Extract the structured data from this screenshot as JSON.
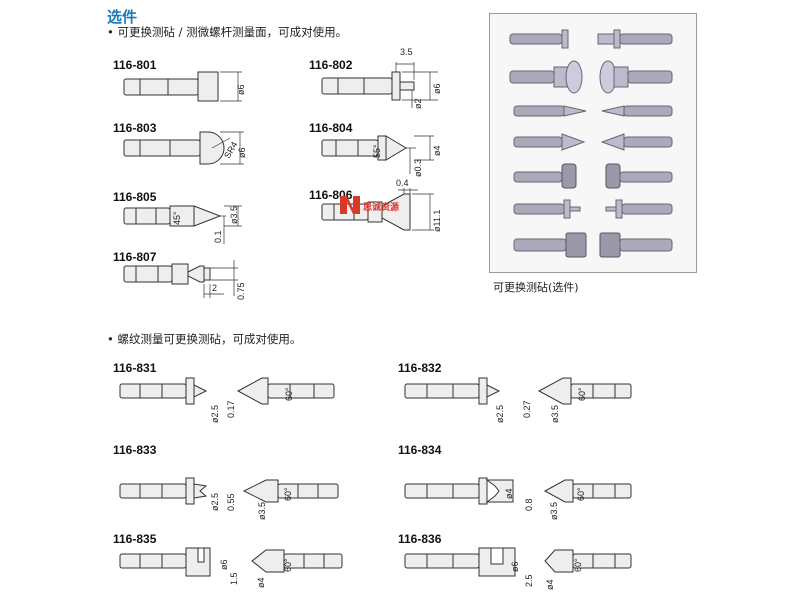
{
  "section": {
    "title": "选件",
    "bullet1": "• 可更换测砧 / 测微螺杆测量面，可成对使用。",
    "bullet2": "• 螺纹测量可更换测砧，可成对使用。",
    "photo_caption": "可更换测砧(选件)",
    "watermark": "思诚资源"
  },
  "anvils": [
    {
      "model": "116-801",
      "dims": [
        "ø6"
      ]
    },
    {
      "model": "116-802",
      "dims": [
        "3.5",
        "ø2",
        "ø6"
      ]
    },
    {
      "model": "116-803",
      "dims": [
        "SR4",
        "ø6"
      ]
    },
    {
      "model": "116-804",
      "dims": [
        "55°",
        "ø0.3",
        "ø4"
      ]
    },
    {
      "model": "116-805",
      "dims": [
        "45°",
        "0.1",
        "ø3.5"
      ]
    },
    {
      "model": "116-806",
      "dims": [
        "0.4",
        "ø11.1"
      ]
    },
    {
      "model": "116-807",
      "dims": [
        "2",
        "0.75"
      ]
    }
  ],
  "thread_anvils": [
    {
      "model": "116-831",
      "dims": [
        "ø2.5",
        "0.17",
        "60°"
      ]
    },
    {
      "model": "116-832",
      "dims": [
        "ø2.5",
        "0.27",
        "ø3.5",
        "60°"
      ]
    },
    {
      "model": "116-833",
      "dims": [
        "ø2.5",
        "0.55",
        "ø3.5",
        "60°"
      ]
    },
    {
      "model": "116-834",
      "dims": [
        "ø4",
        "0.8",
        "ø3.5",
        "60°"
      ]
    },
    {
      "model": "116-835",
      "dims": [
        "ø6",
        "1.5",
        "ø4",
        "60°"
      ]
    },
    {
      "model": "116-836",
      "dims": [
        "ø6",
        "2.5",
        "ø4",
        "60°"
      ]
    }
  ]
}
